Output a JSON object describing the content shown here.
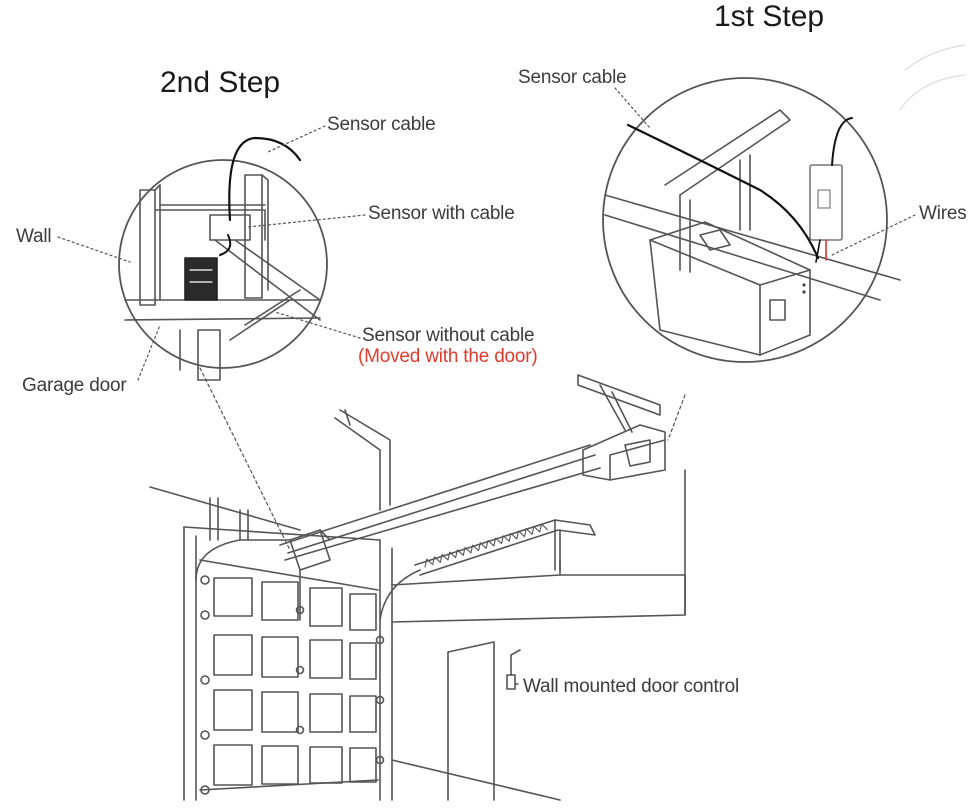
{
  "steps": {
    "first": "1st Step",
    "second": "2nd Step"
  },
  "labels": {
    "sensor_cable_left": "Sensor cable",
    "sensor_with_cable": "Sensor with cable",
    "wall": "Wall",
    "sensor_without_cable": "Sensor without cable",
    "moved_with_door": "(Moved with the door)",
    "garage_door": "Garage door",
    "sensor_cable_right": "Sensor cable",
    "wires": "Wires",
    "wall_control": "Wall mounted door control"
  },
  "colors": {
    "line": "#555555",
    "text": "#3c3c3c",
    "accent_red": "#e23b2e",
    "cable": "#111111"
  }
}
